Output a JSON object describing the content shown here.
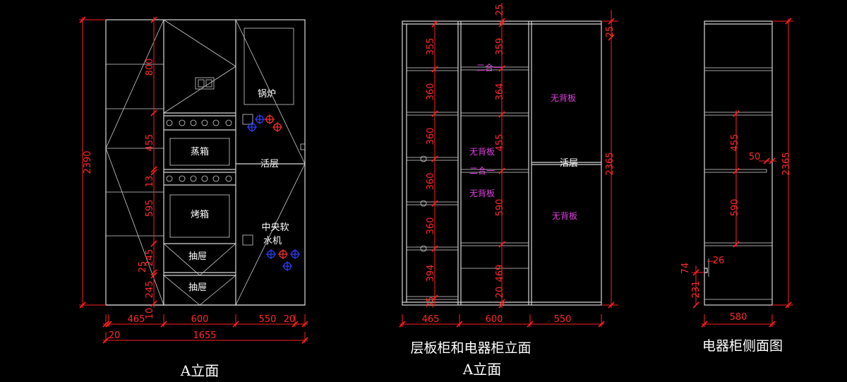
{
  "colors": {
    "background": "#000000",
    "lines": "#d8d8d8",
    "dimensions": "#ff2020",
    "notes": "#e040e0",
    "sym_red": "#ff3030",
    "sym_blue": "#3040ff"
  },
  "titles": {
    "elev_a": "A立面",
    "elev_b_line1": "层板柜和电器柜立面",
    "elev_b_line2": "A立面",
    "side": "电器柜侧面图"
  },
  "elev_a": {
    "labels": {
      "boiler": "锅炉",
      "steamer": "蒸箱",
      "oven": "烤箱",
      "shelf": "活层",
      "softener_1": "中央软",
      "softener_2": "水机",
      "drawer_1": "抽屉",
      "drawer_2": "抽屉"
    },
    "dims_v": {
      "total": "2390",
      "d800": "800",
      "d455": "455",
      "d13": "13",
      "d595": "595",
      "d245a": "245",
      "d25": "25",
      "d245b": "245",
      "d10": "10"
    },
    "dims_h": {
      "w465": "465",
      "w600": "600",
      "w550": "550",
      "w20a": "20",
      "w20b": "20",
      "total": "1655"
    }
  },
  "elev_b": {
    "labels": {
      "no_back_right_top": "无背板",
      "no_back_mid_1": "无背板",
      "no_back_mid_2": "无背板",
      "no_back_right_bottom": "无背板",
      "shelf": "活层",
      "pair_1": "二合一",
      "pair_2": "二合一"
    },
    "dims_left": {
      "a": "355",
      "b": "360",
      "c": "360",
      "d": "360",
      "e": "360",
      "f": "394",
      "g": "35"
    },
    "dims_mid": {
      "top": "25",
      "a": "359",
      "b": "364",
      "c": "455",
      "d": "590",
      "e": "469",
      "f": "20"
    },
    "dims_right": {
      "top": "25",
      "total": "2365"
    },
    "dims_h": {
      "w465": "465",
      "w600": "600",
      "w550": "550"
    }
  },
  "side": {
    "dims": {
      "d455": "455",
      "d50": "50",
      "d590": "590",
      "d74": "74",
      "d26": "26",
      "d231": "231",
      "total": "2365",
      "w580": "580"
    }
  }
}
